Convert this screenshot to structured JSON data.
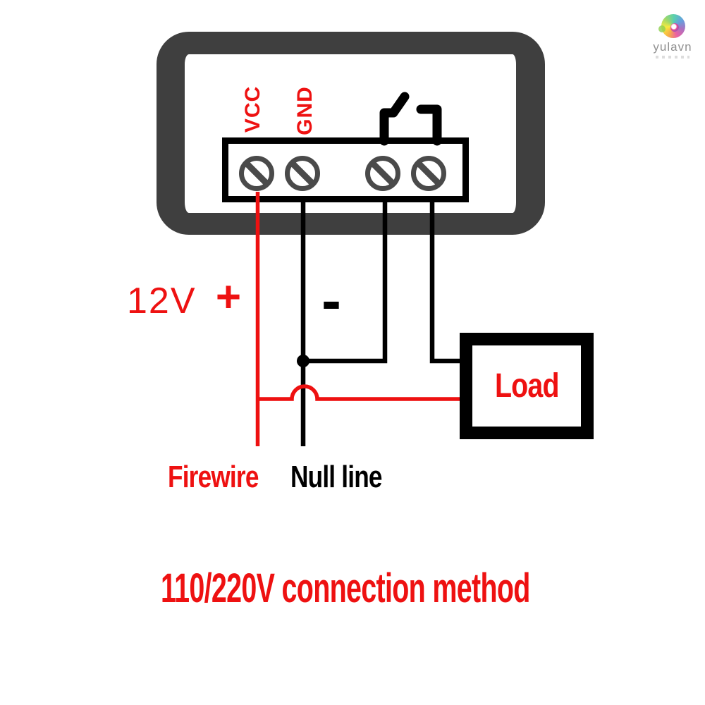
{
  "brand": {
    "name": "yulavn"
  },
  "diagram": {
    "title": "110/220V connection method",
    "module": {
      "description": "temperature controller module with 4-screw terminal block and relay switch",
      "pin_labels": {
        "vcc": "VCC",
        "gnd": "GND"
      },
      "terminal_count": 4
    },
    "annotations": {
      "supply": "12V",
      "plus": "+",
      "minus": "-",
      "firewire": "Firewire",
      "null_line": "Null line",
      "load": "Load"
    }
  },
  "colors": {
    "red": "#ee1111",
    "black": "#000000",
    "frame_gray": "#3f3f3f",
    "screw_gray": "#4a4a4a",
    "brand_gray": "#8f8f8f"
  }
}
